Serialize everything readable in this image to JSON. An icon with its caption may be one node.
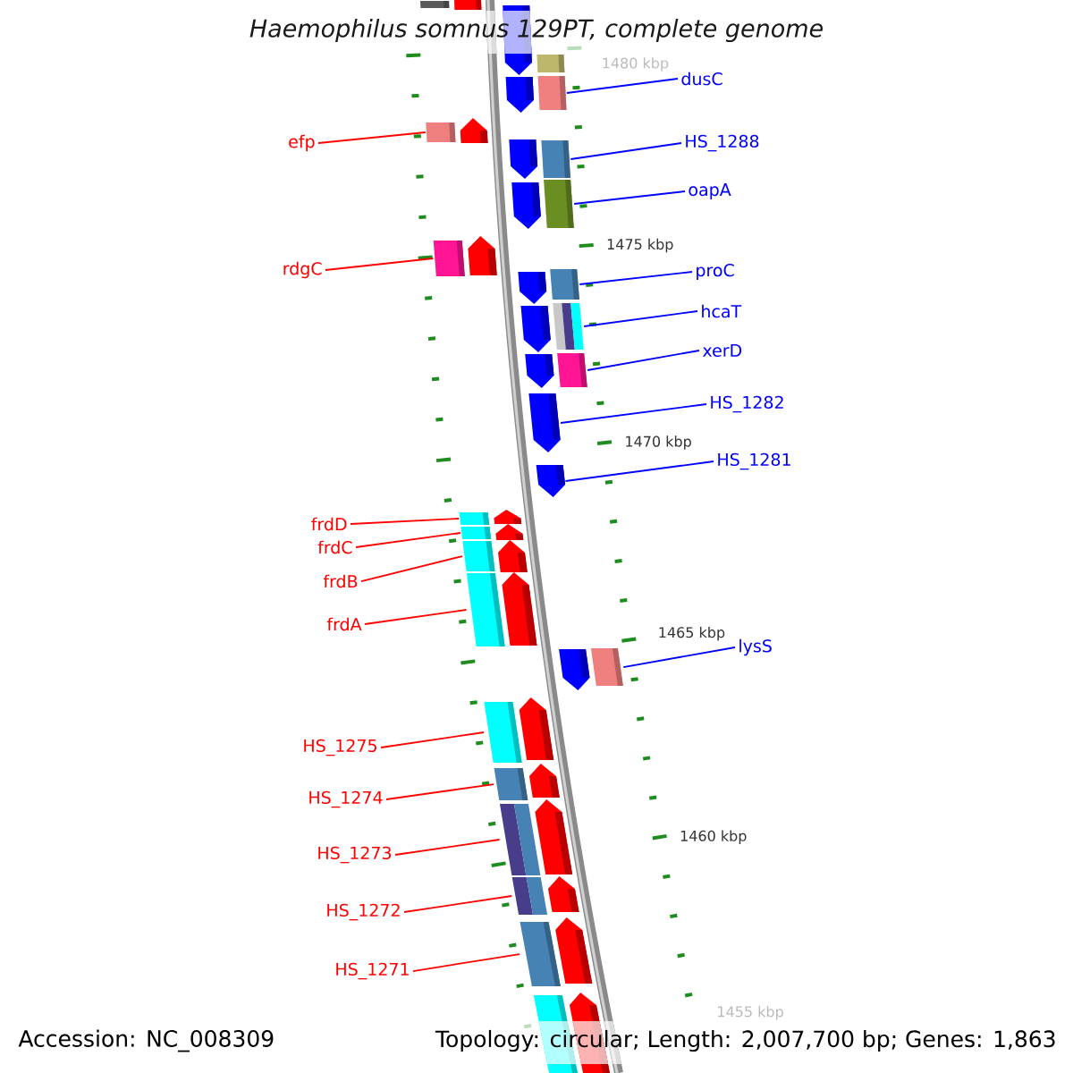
{
  "diagram": {
    "title": "Haemophilus somnus 129PT, complete genome",
    "nodes": [
      {
        "text": [
          "efp"
        ]
      },
      {
        "text": [
          "rdgC"
        ]
      },
      {
        "text": [
          "frdD"
        ]
      },
      {
        "text": [
          "frdC"
        ]
      },
      {
        "text": [
          "frdB"
        ]
      },
      {
        "text": [
          "frdA"
        ]
      },
      {
        "text": [
          "HS_1275"
        ]
      },
      {
        "text": [
          "HS_1274"
        ]
      },
      {
        "text": [
          "HS_1273"
        ]
      },
      {
        "text": [
          "HS_1272"
        ]
      },
      {
        "text": [
          "HS_1271"
        ]
      },
      {
        "text": [
          "dusC"
        ]
      },
      {
        "text": [
          "HS_1288"
        ]
      },
      {
        "text": [
          "oapA"
        ]
      },
      {
        "text": [
          "proC"
        ]
      },
      {
        "text": [
          "hcaT"
        ]
      },
      {
        "text": [
          "xerD"
        ]
      },
      {
        "text": [
          "HS_1282"
        ]
      },
      {
        "text": [
          "HS_1281"
        ]
      },
      {
        "text": [
          "lysS"
        ]
      },
      {
        "text": [],
        "shape": "box"
      },
      {
        "text": [],
        "shape": "box"
      },
      {
        "text": [],
        "shape": "pentagon"
      },
      {
        "text": [],
        "shape": "box"
      },
      {
        "text": [],
        "shape": "box"
      },
      {
        "text": [],
        "shape": "pentagon"
      },
      {
        "text": [],
        "shape": "pentagon"
      },
      {
        "text": [],
        "shape": "box"
      },
      {
        "text": [],
        "shape": "pentagon"
      },
      {
        "text": [],
        "shape": "box"
      },
      {
        "text": [],
        "shape": "box"
      },
      {
        "text": [],
        "shape": "pentagon"
      },
      {
        "text": [],
        "shape": "pentagon"
      },
      {
        "text": [],
        "shape": "box"
      },
      {
        "text": [],
        "shape": "box"
      },
      {
        "text": [],
        "shape": "pentagon"
      },
      {
        "text": [],
        "shape": "box"
      },
      {
        "text": [],
        "shape": "pentagon"
      },
      {
        "text": [],
        "shape": "box"
      },
      {
        "text": [],
        "shape": "pentagon"
      },
      {
        "text": [],
        "shape": "pentagon"
      },
      {
        "text": [],
        "shape": "pentagon"
      },
      {
        "text": [],
        "shape": "pentagon"
      },
      {
        "text": [],
        "shape": "box"
      },
      {
        "text": [],
        "shape": "pentagon"
      },
      {
        "text": [],
        "shape": "box"
      },
      {
        "text": [],
        "shape": "box"
      },
      {
        "text": [],
        "shape": "pentagon"
      },
      {
        "text": [],
        "shape": "box"
      },
      {
        "text": [],
        "shape": "pentagon"
      },
      {
        "text": [],
        "shape": "box"
      },
      {
        "text": [],
        "shape": "pentagon"
      },
      {
        "text": [],
        "shape": "pentagon"
      },
      {
        "text": [],
        "shape": "box"
      },
      {
        "text": [],
        "shape": "pentagon"
      },
      {
        "text": [],
        "shape": "box"
      },
      {
        "text": [],
        "shape": "pentagon"
      },
      {
        "text": [],
        "shape": "box"
      },
      {
        "text": [],
        "shape": "box"
      },
      {
        "text": [],
        "shape": "pentagon"
      },
      {
        "text": [],
        "shape": "pentagon"
      },
      {
        "text": [],
        "shape": "box"
      },
      {
        "text": [],
        "shape": "pentagon"
      },
      {
        "text": [],
        "shape": "box"
      }
    ],
    "edges": [
      {
        "from": 0,
        "to": 27,
        "arrow": "none"
      },
      {
        "from": 1,
        "to": 33,
        "arrow": "none"
      },
      {
        "from": 2,
        "to": 43,
        "arrow": "none"
      },
      {
        "from": 3,
        "to": 45,
        "arrow": "none"
      },
      {
        "from": 4,
        "to": 46,
        "arrow": "none"
      },
      {
        "from": 5,
        "to": 48,
        "arrow": "none"
      },
      {
        "from": 6,
        "to": 53,
        "arrow": "none"
      },
      {
        "from": 7,
        "to": 55,
        "arrow": "none"
      },
      {
        "from": 8,
        "to": 57,
        "arrow": "none"
      },
      {
        "from": 9,
        "to": 58,
        "arrow": "none"
      },
      {
        "from": 10,
        "to": 61,
        "arrow": "none"
      },
      {
        "from": 11,
        "to": 24,
        "arrow": "none",
        "color": "#0000ff"
      },
      {
        "from": 12,
        "to": 29,
        "arrow": "none",
        "color": "#0000ff"
      },
      {
        "from": 13,
        "to": 30,
        "arrow": "none",
        "color": "#0000ff"
      },
      {
        "from": 14,
        "to": 34,
        "arrow": "none",
        "color": "#0000ff"
      },
      {
        "from": 15,
        "to": 36,
        "arrow": "none",
        "color": "#0000ff"
      },
      {
        "from": 16,
        "to": 38,
        "arrow": "none",
        "color": "#0000ff"
      },
      {
        "from": 17,
        "to": 40,
        "arrow": "none",
        "color": "#0000ff"
      },
      {
        "from": 18,
        "to": 41,
        "arrow": "none",
        "color": "#0000ff"
      },
      {
        "from": 19,
        "to": 50,
        "arrow": "none",
        "color": "#0000ff"
      }
    ],
    "labels": [
      "1480 kbp",
      "1475 kbp",
      "1470 kbp",
      "1465 kbp",
      "1460 kbp",
      "1455 kbp",
      "Accession: NC_008309",
      "Topology: circular; Length: 2,007,700 bp; Genes: 1,863"
    ]
  }
}
